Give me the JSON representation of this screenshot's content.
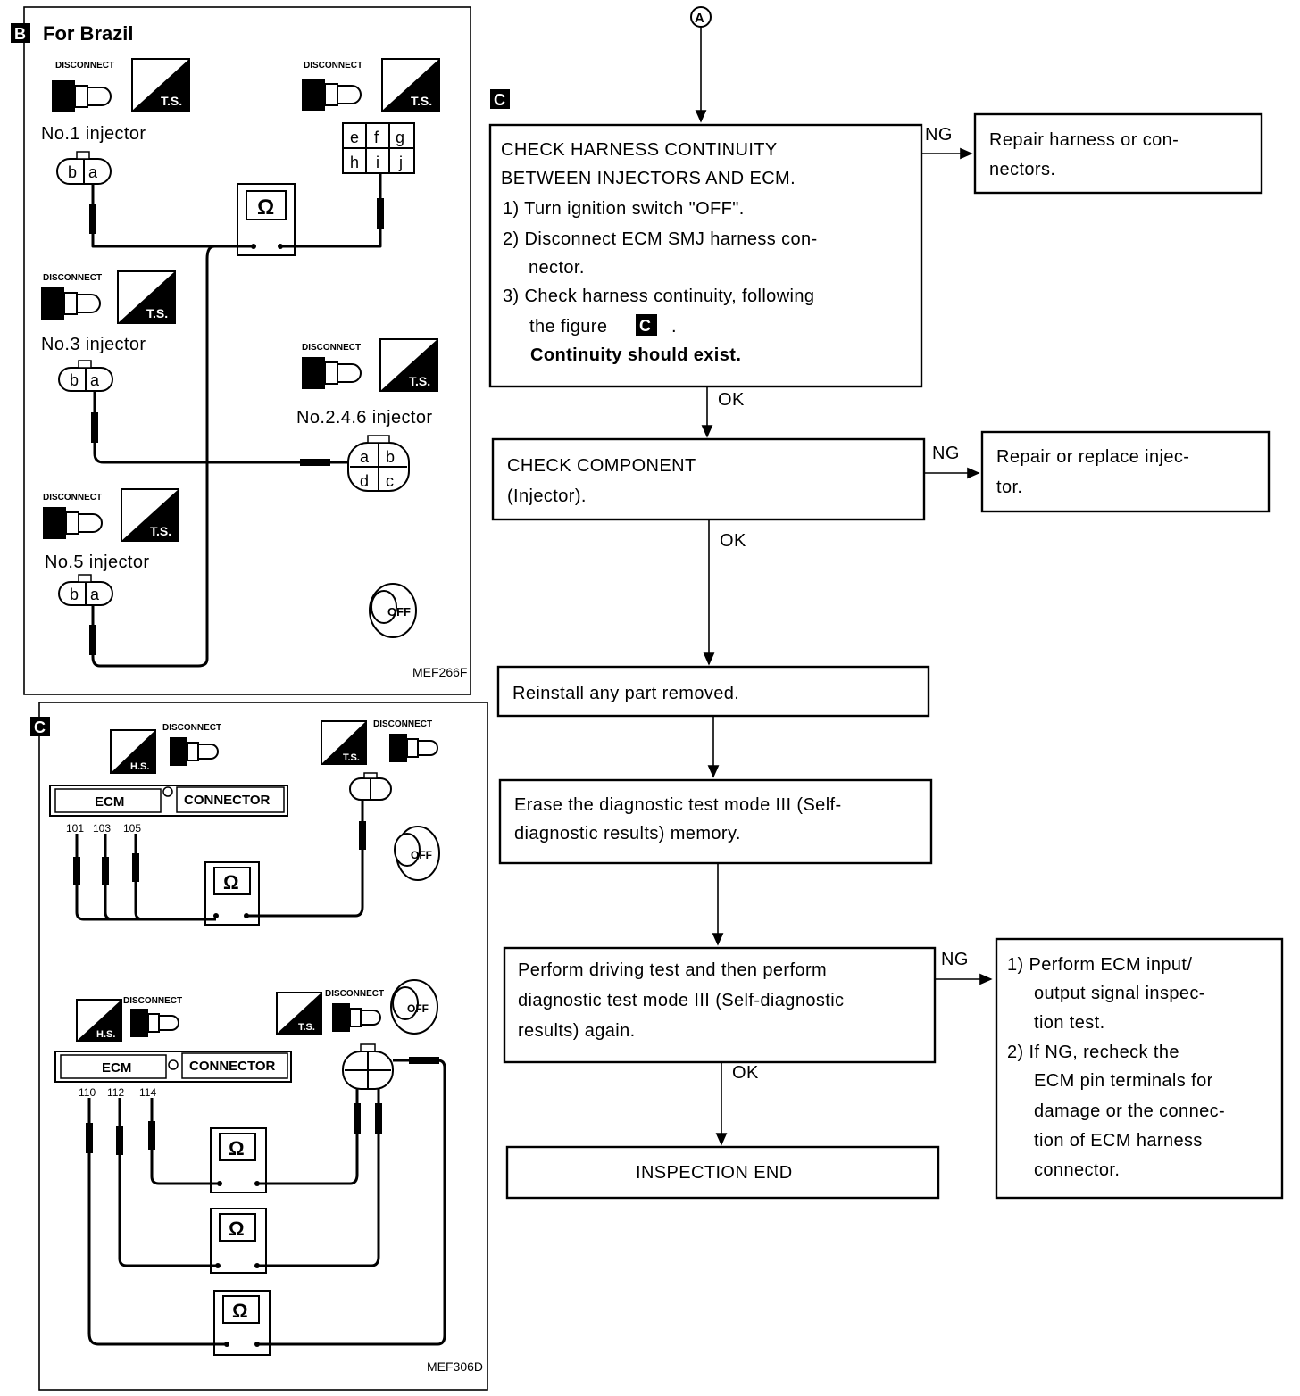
{
  "panel_b": {
    "tag": "B",
    "title": "For Brazil",
    "disconnect": "DISCONNECT",
    "ts": "T.S.",
    "inj1": {
      "label": "No.1  injector",
      "pins": [
        "b",
        "a"
      ]
    },
    "inj3": {
      "label": "No.3  injector",
      "pins": [
        "b",
        "a"
      ]
    },
    "inj5": {
      "label": "No.5  injector",
      "pins": [
        "b",
        "a"
      ]
    },
    "inj246": {
      "label": "No.2.4.6  injector",
      "pins": [
        "a",
        "b",
        "d",
        "c"
      ]
    },
    "ecm_grid": [
      "e",
      "f",
      "g",
      "h",
      "i",
      "j"
    ],
    "ohm": "Ω",
    "off": "OFF",
    "code": "MEF266F"
  },
  "panel_c": {
    "tag": "C",
    "disconnect": "DISCONNECT",
    "hs": "H.S.",
    "ts": "T.S.",
    "ecm": "ECM",
    "connector": "CONNECTOR",
    "pins_top": [
      "101",
      "103",
      "105"
    ],
    "pins_bottom": [
      "110",
      "112",
      "114"
    ],
    "ohm": "Ω",
    "off": "OFF",
    "code": "MEF306D"
  },
  "flowchart": {
    "entry": "A",
    "section_tag": "C",
    "step1": {
      "title1": "CHECK HARNESS CONTINUITY",
      "title2": "BETWEEN INJECTORS AND ECM.",
      "l1": "1) Turn ignition switch \"OFF\".",
      "l2": "2) Disconnect ECM SMJ harness con-",
      "l3": "nector.",
      "l4": "3) Check harness continuity, following",
      "l5a": "the figure",
      "l5tag": "C",
      "l5b": ".",
      "l6": "Continuity should exist."
    },
    "ng1": "NG",
    "repair1": {
      "l1": "Repair harness or con-",
      "l2": "nectors."
    },
    "ok1": "OK",
    "step2": {
      "l1": "CHECK COMPONENT",
      "l2": "(Injector)."
    },
    "ng2": "NG",
    "repair2": {
      "l1": "Repair or replace injec-",
      "l2": "tor."
    },
    "ok2": "OK",
    "step3": "Reinstall any part removed.",
    "step4": {
      "l1": "Erase the diagnostic test mode III (Self-",
      "l2": "diagnostic results) memory."
    },
    "step5": {
      "l1": "Perform driving test and then perform",
      "l2": "diagnostic test mode III (Self-diagnostic",
      "l3": "results) again."
    },
    "ng3": "NG",
    "repair3": {
      "l1": "1) Perform ECM input/",
      "l2": "output signal inspec-",
      "l3": "tion test.",
      "l4": "2) If NG, recheck the",
      "l5": "ECM pin terminals for",
      "l6": "damage or the connec-",
      "l7": "tion of ECM harness",
      "l8": "connector."
    },
    "ok3": "OK",
    "end": "INSPECTION END"
  }
}
